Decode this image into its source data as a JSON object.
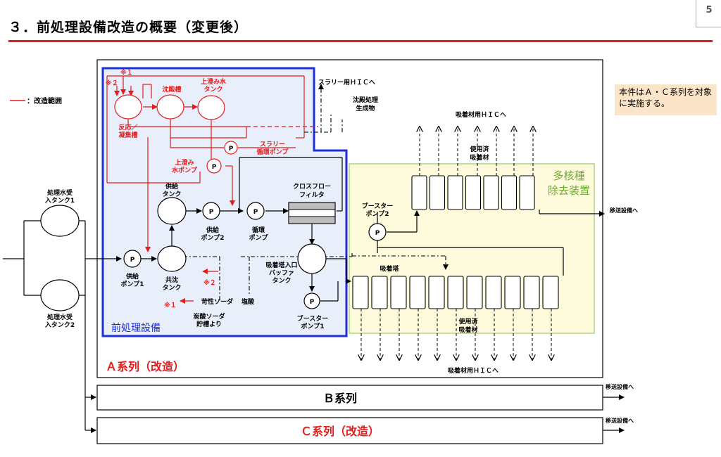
{
  "page": {
    "title": "３．前処理設備改造の概要（変更後）",
    "page_number": "5",
    "note": "本件はＡ・Ｃ系列を対象に実施する。"
  },
  "legend": {
    "label": "：改造範囲"
  },
  "tanks": {
    "receive1": [
      "処理水受",
      "入タンク1"
    ],
    "receive2": [
      "処理水受",
      "入タンク2"
    ],
    "reaction": [
      "反応／",
      "凝集槽"
    ],
    "settling": "沈殿槽",
    "supernatant": [
      "上澄み水",
      "タンク"
    ],
    "supply": [
      "供給",
      "タンク"
    ],
    "coprecip": [
      "共沈",
      "タンク"
    ],
    "buffer": [
      "吸着塔入口",
      "バッファ",
      "タンク"
    ]
  },
  "pumps": {
    "symbol": "P",
    "slurry": [
      "スラリー",
      "循環ポンプ"
    ],
    "supernatant": [
      "上澄み",
      "水ポンプ"
    ],
    "supply1": [
      "供給",
      "ポンプ1"
    ],
    "supply2": [
      "供給",
      "ポンプ2"
    ],
    "circulation": [
      "循環",
      "ポンプ"
    ],
    "booster1": [
      "ブースター",
      "ポンプ1"
    ],
    "booster2": [
      "ブースター",
      "ポンプ2"
    ]
  },
  "equipment": {
    "crossflow": [
      "クロスフロー",
      "フィルタ"
    ],
    "adsorption_tower": "吸着塔",
    "slurry_hic": "スラリー用ＨＩＣへ",
    "sediment": [
      "沈殿処理",
      "生成物"
    ],
    "adsorbent_hic": "吸着材用ＨＩＣへ",
    "used_adsorbent": [
      "使用済",
      "吸着材"
    ],
    "alps": [
      "多核種",
      "除去装置"
    ],
    "pretreatment": "前処理設備"
  },
  "chemicals": {
    "naoh": "苛性ソーダ",
    "hcl": "塩酸",
    "soda_ash": [
      "炭酸ソーダ",
      "貯槽より"
    ],
    "mark1": "※１",
    "mark2": "※２"
  },
  "series": {
    "a": "Ａ系列（改造）",
    "b": "Ｂ系列",
    "c": "Ｃ系列（改造）",
    "transfer": "移送設備へ"
  },
  "colors": {
    "modified": "#e31c1c",
    "pretreatment_border": "#1f2fd6",
    "pretreatment_fill": "#e8eefa",
    "alps_fill": "#fdfbdc",
    "alps_border": "#b2cf86",
    "alps_text": "#6fa832",
    "note_bg": "#fbe5c8"
  }
}
